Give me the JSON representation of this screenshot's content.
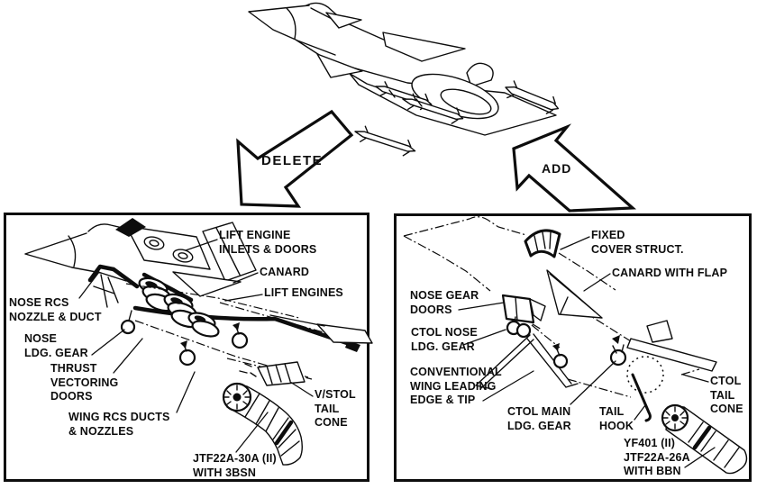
{
  "figure": {
    "subject": "V/STOL to CTOL aircraft conversion diagram",
    "arrows": {
      "delete_label": "DELETE",
      "add_label": "ADD"
    },
    "left_panel": {
      "name": "deleted-vstol-components",
      "labels": [
        {
          "id": "lift-engine-inlets-doors",
          "text": "LIFT ENGINE\nINLETS & DOORS"
        },
        {
          "id": "canard",
          "text": "CANARD"
        },
        {
          "id": "lift-engines",
          "text": "LIFT ENGINES"
        },
        {
          "id": "nose-rcs-nozzle-duct",
          "text": "NOSE RCS\nNOZZLE & DUCT"
        },
        {
          "id": "nose-ldg-gear",
          "text": "NOSE\nLDG. GEAR"
        },
        {
          "id": "thrust-vectoring-doors",
          "text": "THRUST\nVECTORING\nDOORS"
        },
        {
          "id": "wing-rcs-ducts-nozzles",
          "text": "WING RCS DUCTS\n& NOZZLES"
        },
        {
          "id": "vstol-tail-cone",
          "text": "V/STOL\nTAIL\nCONE"
        },
        {
          "id": "jtf22a-30a-engine",
          "text": "JTF22A-30A (II)\nWITH 3BSN"
        }
      ]
    },
    "right_panel": {
      "name": "added-ctol-components",
      "labels": [
        {
          "id": "fixed-cover-struct",
          "text": "FIXED\nCOVER STRUCT."
        },
        {
          "id": "canard-with-flap",
          "text": "CANARD WITH FLAP"
        },
        {
          "id": "nose-gear-doors",
          "text": "NOSE GEAR\nDOORS"
        },
        {
          "id": "ctol-nose-ldg-gear",
          "text": "CTOL NOSE\nLDG. GEAR"
        },
        {
          "id": "conventional-wing-leading-edge-tip",
          "text": "CONVENTIONAL\nWING LEADING\nEDGE & TIP"
        },
        {
          "id": "ctol-main-ldg-gear",
          "text": "CTOL MAIN\nLDG. GEAR"
        },
        {
          "id": "tail-hook",
          "text": "TAIL\nHOOK"
        },
        {
          "id": "ctol-tail-cone",
          "text": "CTOL\nTAIL\nCONE"
        },
        {
          "id": "yf401-engine",
          "text": "YF401 (II)\nJTF22A-26A\nWITH BBN"
        }
      ]
    }
  }
}
